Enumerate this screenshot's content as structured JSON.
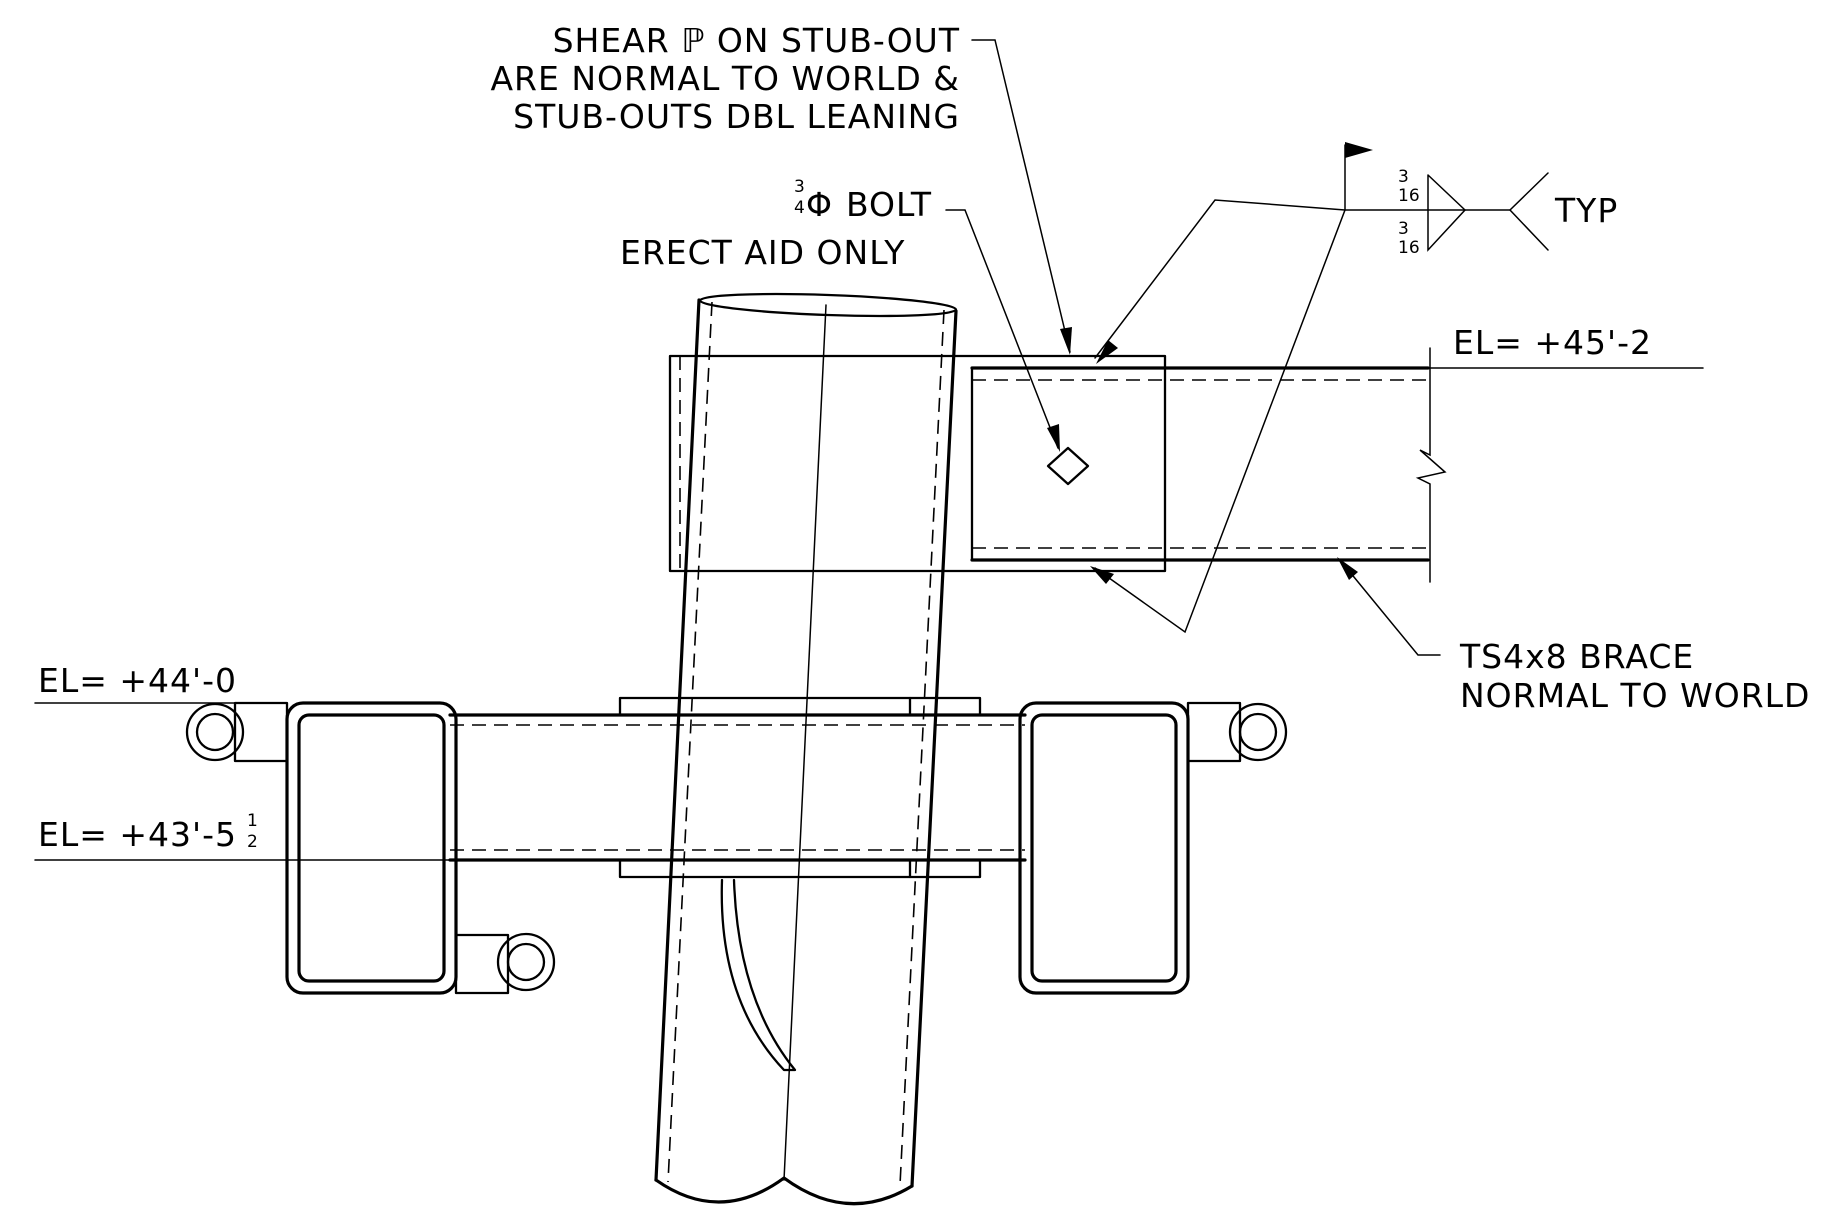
{
  "notes": {
    "shear_plate_line1": "SHEAR ℙ ON STUB-OUT",
    "shear_plate_line2": "ARE NORMAL TO WORLD &",
    "shear_plate_line3": "STUB-OUTS DBL LEANING",
    "bolt_label": "BOLT",
    "bolt_size_num": "3",
    "bolt_size_den": "4",
    "bolt_size_sym": "Φ",
    "erect_aid": "ERECT AID ONLY",
    "weld_top_num": "3",
    "weld_top_den": "16",
    "weld_bottom_num": "3",
    "weld_bottom_den": "16",
    "weld_typ": "TYP",
    "brace_line1": "TS4x8 BRACE",
    "brace_line2": "NORMAL TO WORLD"
  },
  "elevations": {
    "top": "EL= +45'-2",
    "middle": "EL= +44'-0",
    "bottom_prefix": "EL= +43'-5",
    "bottom_num": "1",
    "bottom_den": "2"
  }
}
